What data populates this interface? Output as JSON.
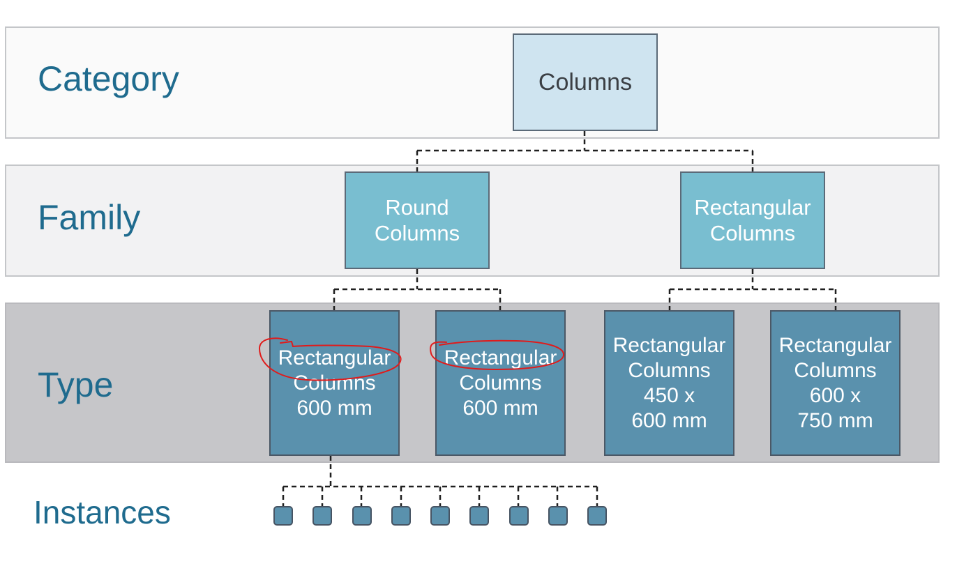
{
  "levels": {
    "category": "Category",
    "family": "Family",
    "type": "Type",
    "instances": "Instances"
  },
  "category_node": {
    "label": "Columns"
  },
  "family_nodes": [
    {
      "line1": "Round",
      "line2": "Columns"
    },
    {
      "line1": "Rectangular",
      "line2": "Columns"
    }
  ],
  "type_nodes": [
    {
      "line1": "Rectangular",
      "line2": "Columns",
      "line3": "600 mm"
    },
    {
      "line1": "Rectangular",
      "line2": "Columns",
      "line3": "600 mm"
    },
    {
      "line1": "Rectangular",
      "line2": "Columns",
      "line3": "450 x",
      "line4": "600 mm"
    },
    {
      "line1": "Rectangular",
      "line2": "Columns",
      "line3": "600 x",
      "line4": "750 mm"
    }
  ],
  "instance_count": 9,
  "colors": {
    "label_text": "#1f6b8e",
    "category_fill": "#cfe4f0",
    "family_fill": "#79bed0",
    "type_fill": "#5a91ad",
    "annotation_ink": "#e01b1b"
  }
}
